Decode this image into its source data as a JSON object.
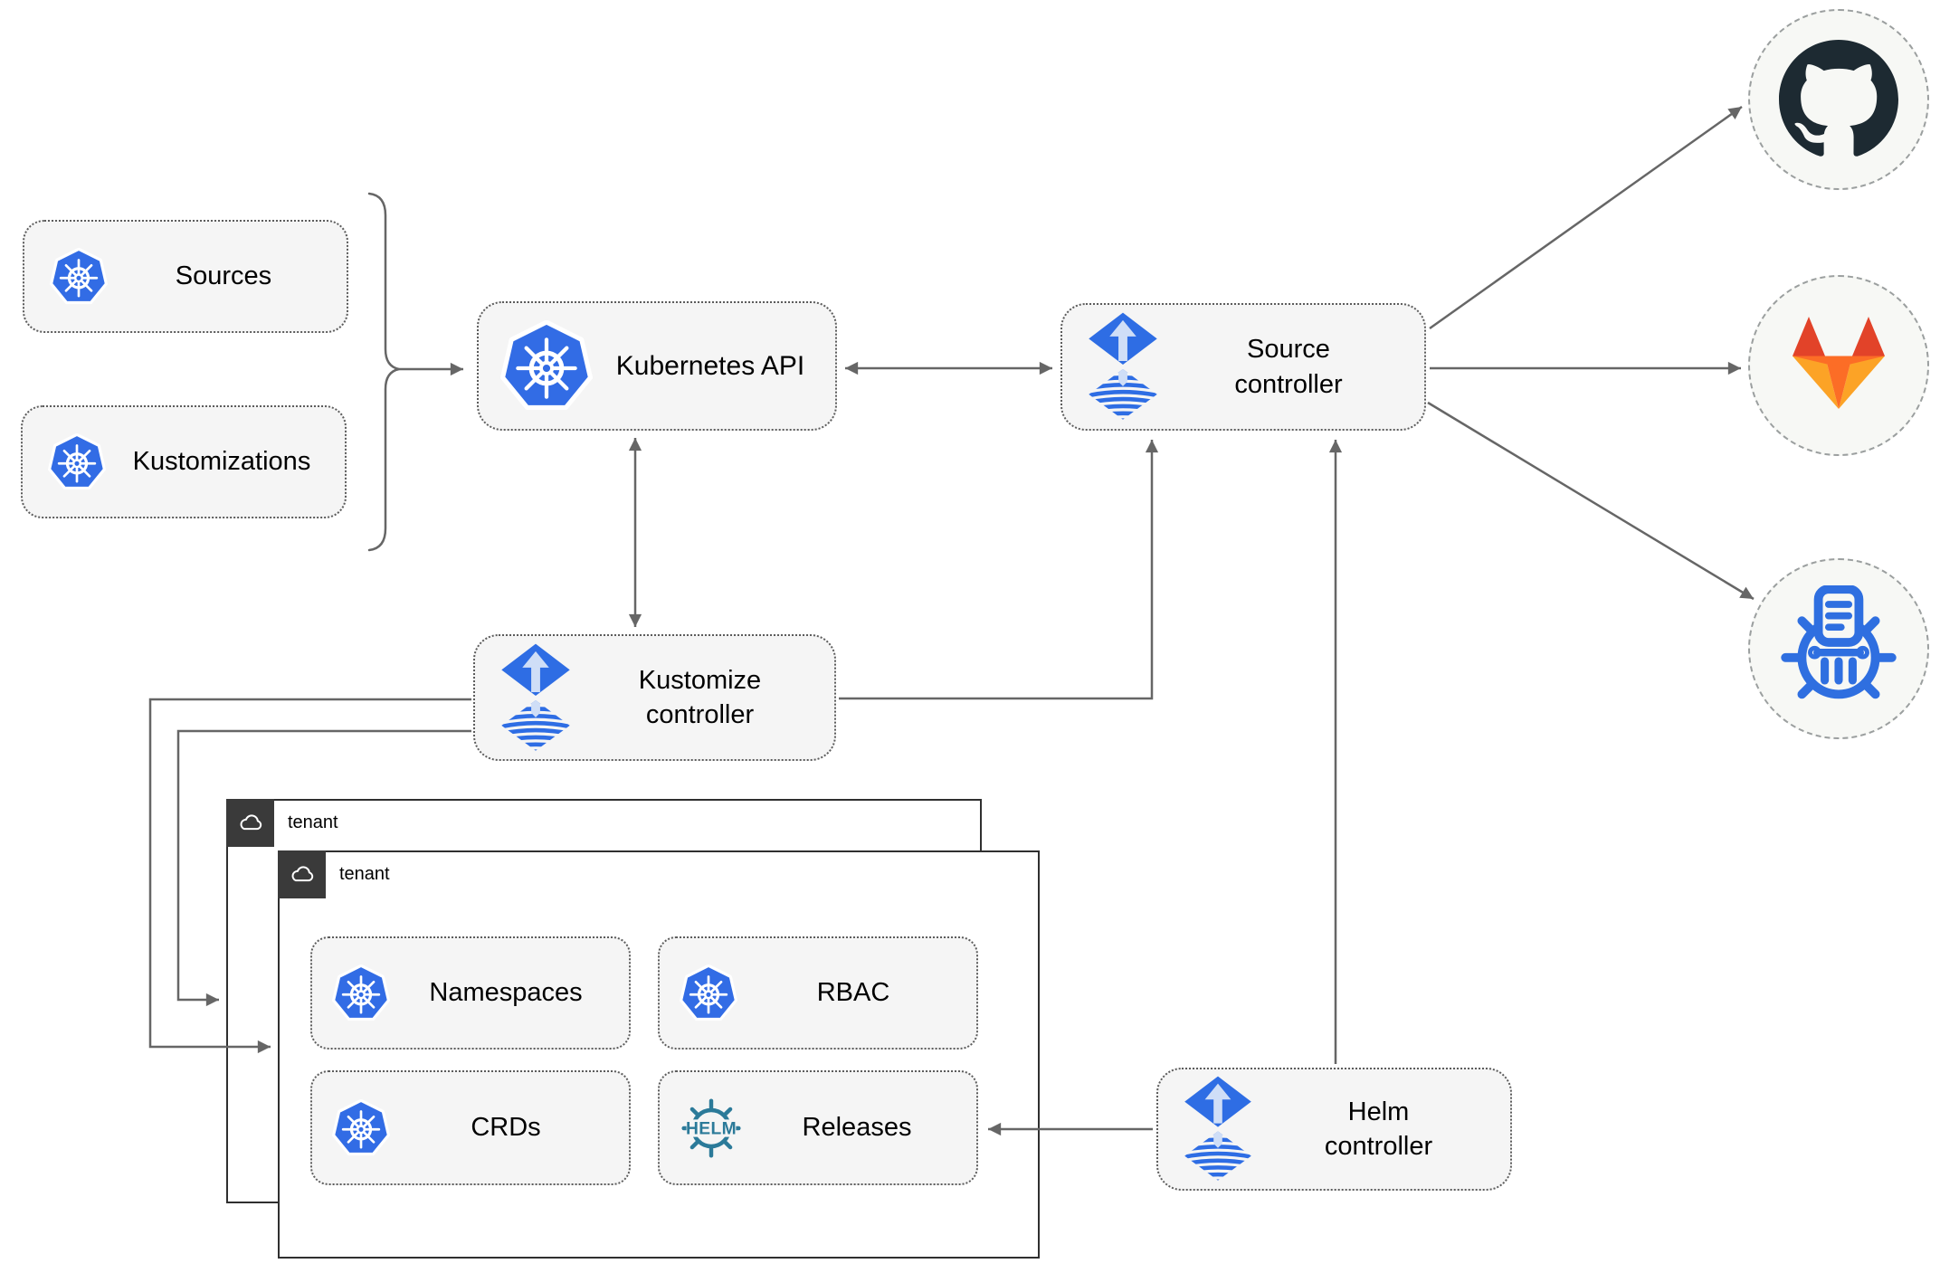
{
  "nodes": {
    "sources": {
      "label": "Sources"
    },
    "kustomizations": {
      "label": "Kustomizations"
    },
    "kubernetes_api": {
      "label": "Kubernetes API"
    },
    "source_controller": {
      "line1": "Source",
      "line2": "controller"
    },
    "kustomize_controller": {
      "line1": "Kustomize",
      "line2": "controller"
    },
    "helm_controller": {
      "line1": "Helm",
      "line2": "controller"
    },
    "tenant_back": {
      "label": "tenant"
    },
    "tenant_front": {
      "label": "tenant"
    },
    "namespaces": {
      "label": "Namespaces"
    },
    "rbac": {
      "label": "RBAC"
    },
    "crds": {
      "label": "CRDs"
    },
    "releases": {
      "label": "Releases"
    }
  },
  "icons": {
    "helm_wordmark": "HELM",
    "node_icons": {
      "sources": "kubernetes-icon",
      "kustomizations": "kubernetes-icon",
      "kubernetes_api": "kubernetes-icon",
      "source_controller": "flux-icon",
      "kustomize_controller": "flux-icon",
      "helm_controller": "flux-icon",
      "namespaces": "kubernetes-icon",
      "rbac": "kubernetes-icon",
      "crds": "kubernetes-icon",
      "releases": "helm-icon",
      "tenant_header": "cloud-icon",
      "external_top": "github-icon",
      "external_middle": "gitlab-icon",
      "external_bottom": "chartmuseum-icon"
    }
  },
  "colors": {
    "kubernetes_blue": "#326ce5",
    "flux_blue": "#2e6de4",
    "flux_arrow_light": "#cfdef7",
    "helm_teal": "#2b7a99",
    "github_dark": "#1d2a32",
    "gitlab_red": "#e24329",
    "gitlab_orange": "#fc6d26",
    "gitlab_amber": "#fca326",
    "chartmuseum_blue": "#2f6fe0",
    "connector_gray": "#666666",
    "node_fill": "#f5f5f5",
    "tenant_tab_dark": "#3a3a3a"
  }
}
